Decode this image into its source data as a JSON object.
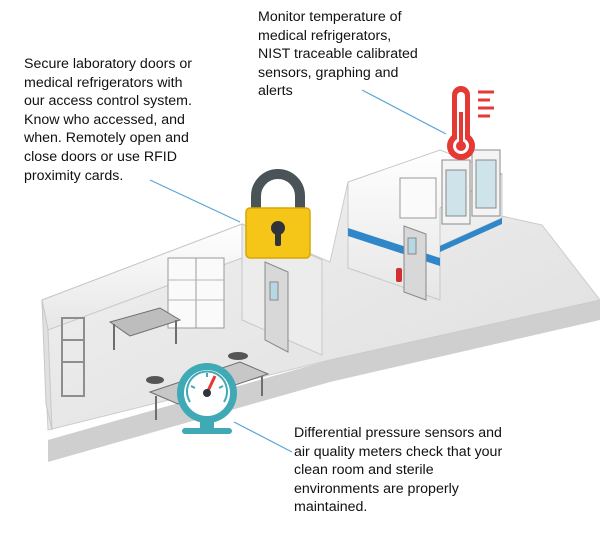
{
  "callouts": {
    "temperature": "Monitor temperature of\nmedical refrigerators,\nNIST traceable calibrated\nsensors, graphing and\nalerts",
    "access": "Secure laboratory doors or\nmedical refrigerators with\nour access control system.\nKnow who accessed, and\nwhen. Remotely open and\nclose doors or use RFID\nproximity cards.",
    "pressure": "Differential pressure sensors and\nair quality meters check that your\nclean room and sterile\nenvironments are properly\nmaintained."
  },
  "icons": {
    "thermometer": "thermometer-icon",
    "lock": "padlock-icon",
    "gauge": "pressure-gauge-icon"
  },
  "colors": {
    "thermometer": "#e53935",
    "lock_body": "#f5c518",
    "lock_shackle": "#4a5358",
    "gauge": "#3fa9b5",
    "leader_line": "#5aa6d6",
    "wall_stripe": "#2f86c9"
  }
}
